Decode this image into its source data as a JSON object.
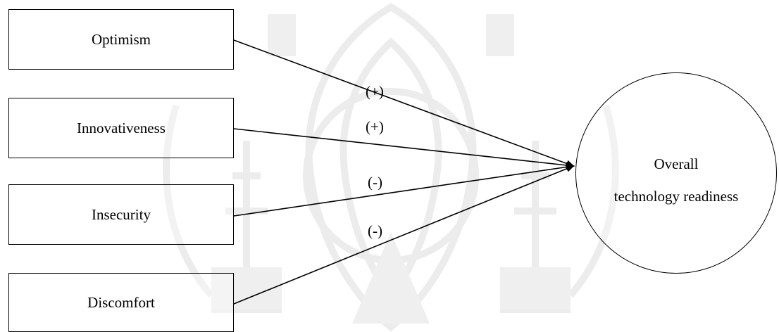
{
  "diagram": {
    "constructs": [
      {
        "label": "Optimism"
      },
      {
        "label": "Innovativeness"
      },
      {
        "label": "Insecurity"
      },
      {
        "label": "Discomfort"
      }
    ],
    "outcome": {
      "line1": "Overall",
      "line2": "technology readiness"
    },
    "relations": [
      {
        "from": "Optimism",
        "sign": "(+)"
      },
      {
        "from": "Innovativeness",
        "sign": "(+)"
      },
      {
        "from": "Insecurity",
        "sign": "(-)"
      },
      {
        "from": "Discomfort",
        "sign": "(-)"
      }
    ]
  }
}
